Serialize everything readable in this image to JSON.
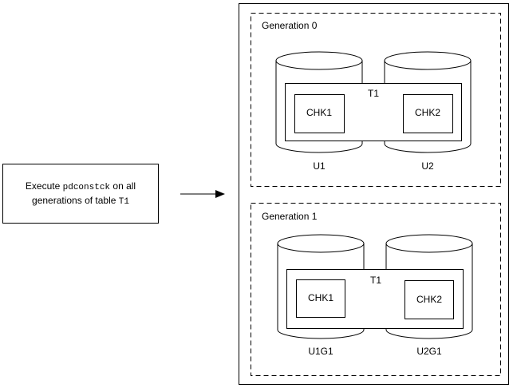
{
  "command_box": {
    "line1_pre": "Execute",
    "command": "pdconstck",
    "line1_post": "on all",
    "line2_pre": "generations of table",
    "table": "T1"
  },
  "generations": [
    {
      "label": "Generation 0",
      "table": "T1",
      "chunks": [
        "CHK1",
        "CHK2"
      ],
      "units": [
        "U1",
        "U2"
      ]
    },
    {
      "label": "Generation 1",
      "table": "T1",
      "chunks": [
        "CHK1",
        "CHK2"
      ],
      "units": [
        "U1G1",
        "U2G1"
      ]
    }
  ]
}
